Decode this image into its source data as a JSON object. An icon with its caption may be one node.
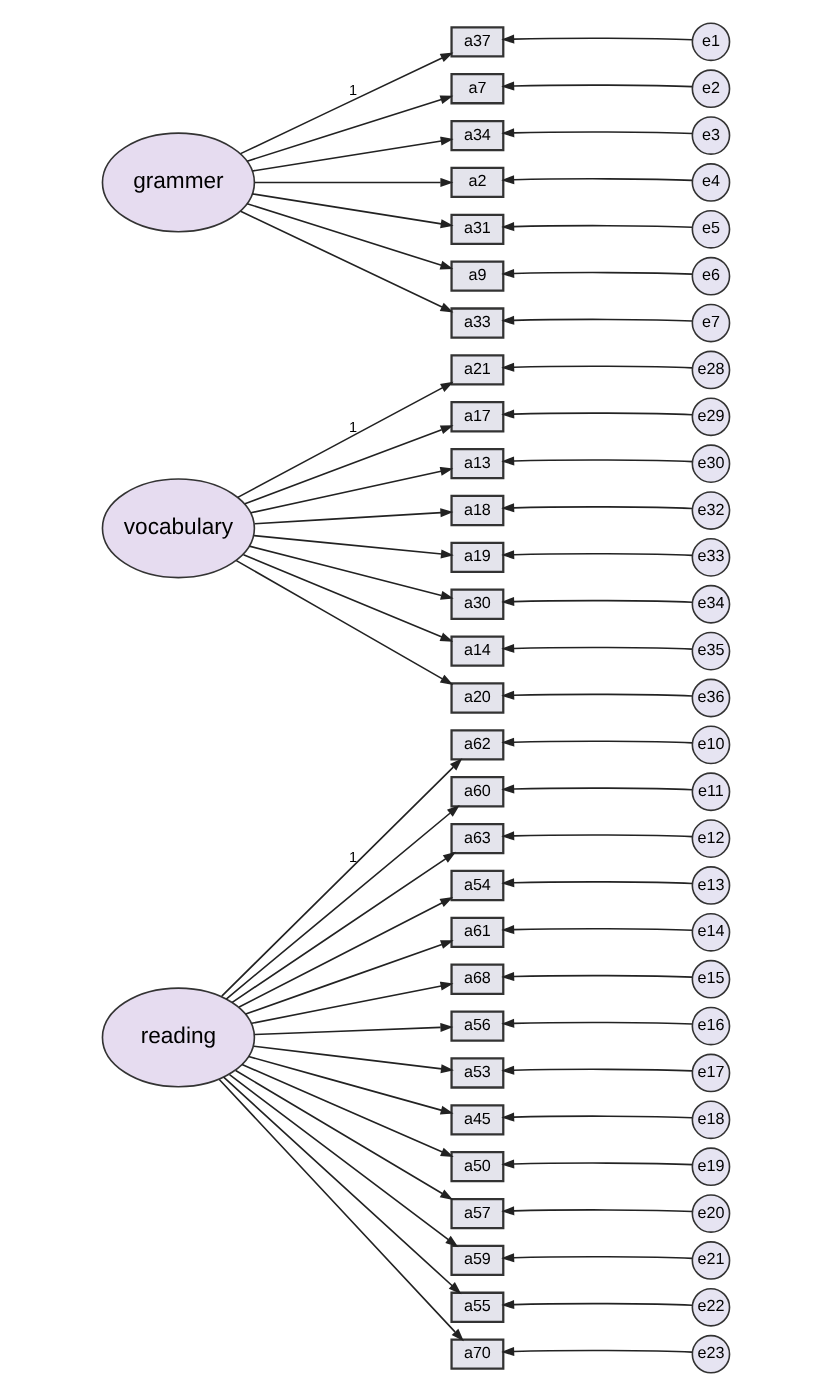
{
  "diagram": {
    "nodes": [
      {
        "text": [
          "reading"
        ]
      },
      {
        "text": [
          "a62"
        ]
      },
      {
        "text": [
          "a60"
        ]
      },
      {
        "text": [
          "a63"
        ]
      },
      {
        "text": [
          "a54"
        ]
      },
      {
        "text": [
          "a61"
        ]
      },
      {
        "text": [
          "a68"
        ]
      },
      {
        "text": [
          "a56"
        ]
      },
      {
        "text": [
          "a53"
        ]
      },
      {
        "text": [
          "a45"
        ]
      },
      {
        "text": [
          "a50"
        ]
      },
      {
        "text": [
          "a57"
        ]
      },
      {
        "text": [
          "a59"
        ]
      },
      {
        "text": [
          "a55"
        ]
      },
      {
        "text": [
          "a70"
        ]
      },
      {
        "text": [
          "e10"
        ]
      },
      {
        "text": [
          "e11"
        ]
      },
      {
        "text": [
          "e12"
        ]
      },
      {
        "text": [
          "e13"
        ]
      },
      {
        "text": [
          "e14"
        ]
      },
      {
        "text": [
          "e15"
        ]
      },
      {
        "text": [
          "e16"
        ]
      },
      {
        "text": [
          "e17"
        ]
      },
      {
        "text": [
          "e18"
        ]
      },
      {
        "text": [
          "e19"
        ]
      },
      {
        "text": [
          "e20"
        ]
      },
      {
        "text": [
          "e21"
        ]
      },
      {
        "text": [
          "e22"
        ]
      },
      {
        "text": [
          "e23"
        ]
      },
      {
        "text": [
          "vocabulary"
        ]
      },
      {
        "text": [
          "a21"
        ]
      },
      {
        "text": [
          "a17"
        ]
      },
      {
        "text": [
          "a13"
        ]
      },
      {
        "text": [
          "a18"
        ]
      },
      {
        "text": [
          "a19"
        ]
      },
      {
        "text": [
          "a30"
        ]
      },
      {
        "text": [
          "a14"
        ]
      },
      {
        "text": [
          "a20"
        ]
      },
      {
        "text": [
          "e28"
        ]
      },
      {
        "text": [
          "e29"
        ]
      },
      {
        "text": [
          "e30"
        ]
      },
      {
        "text": [
          "e32"
        ]
      },
      {
        "text": [
          "e33"
        ]
      },
      {
        "text": [
          "e34"
        ]
      },
      {
        "text": [
          "e35"
        ]
      },
      {
        "text": [
          "e36"
        ]
      },
      {
        "text": [
          "grammer"
        ]
      },
      {
        "text": [
          "a37"
        ]
      },
      {
        "text": [
          "a7"
        ]
      },
      {
        "text": [
          "a34"
        ]
      },
      {
        "text": [
          "a2"
        ]
      },
      {
        "text": [
          "a31"
        ]
      },
      {
        "text": [
          "a9"
        ]
      },
      {
        "text": [
          "a33"
        ]
      },
      {
        "text": [
          "e1"
        ]
      },
      {
        "text": [
          "e2"
        ]
      },
      {
        "text": [
          "e3"
        ]
      },
      {
        "text": [
          "e4"
        ]
      },
      {
        "text": [
          "e5"
        ]
      },
      {
        "text": [
          "e6"
        ]
      },
      {
        "text": [
          "e7"
        ]
      }
    ],
    "edges": [
      {
        "from": 0,
        "to": 1,
        "arrow": "to",
        "label": "1"
      },
      {
        "from": 0,
        "to": 2,
        "arrow": "to"
      },
      {
        "from": 0,
        "to": 3,
        "arrow": "to"
      },
      {
        "from": 0,
        "to": 4,
        "arrow": "to"
      },
      {
        "from": 0,
        "to": 5,
        "arrow": "to"
      },
      {
        "from": 0,
        "to": 6,
        "arrow": "to"
      },
      {
        "from": 0,
        "to": 7,
        "arrow": "to"
      },
      {
        "from": 0,
        "to": 8,
        "arrow": "to"
      },
      {
        "from": 0,
        "to": 9,
        "arrow": "to"
      },
      {
        "from": 0,
        "to": 10,
        "arrow": "to"
      },
      {
        "from": 0,
        "to": 11,
        "arrow": "to"
      },
      {
        "from": 0,
        "to": 12,
        "arrow": "to"
      },
      {
        "from": 0,
        "to": 13,
        "arrow": "to"
      },
      {
        "from": 0,
        "to": 14,
        "arrow": "to"
      },
      {
        "from": 15,
        "to": 1,
        "arrow": "to"
      },
      {
        "from": 16,
        "to": 2,
        "arrow": "to"
      },
      {
        "from": 17,
        "to": 3,
        "arrow": "to"
      },
      {
        "from": 18,
        "to": 4,
        "arrow": "to"
      },
      {
        "from": 19,
        "to": 5,
        "arrow": "to"
      },
      {
        "from": 20,
        "to": 6,
        "arrow": "to"
      },
      {
        "from": 21,
        "to": 7,
        "arrow": "to"
      },
      {
        "from": 22,
        "to": 8,
        "arrow": "to"
      },
      {
        "from": 23,
        "to": 9,
        "arrow": "to"
      },
      {
        "from": 24,
        "to": 10,
        "arrow": "to"
      },
      {
        "from": 25,
        "to": 11,
        "arrow": "to"
      },
      {
        "from": 26,
        "to": 12,
        "arrow": "to"
      },
      {
        "from": 27,
        "to": 13,
        "arrow": "to"
      },
      {
        "from": 28,
        "to": 14,
        "arrow": "to"
      },
      {
        "from": 29,
        "to": 30,
        "arrow": "to",
        "label": "1"
      },
      {
        "from": 29,
        "to": 31,
        "arrow": "to"
      },
      {
        "from": 29,
        "to": 32,
        "arrow": "to"
      },
      {
        "from": 29,
        "to": 33,
        "arrow": "to"
      },
      {
        "from": 29,
        "to": 34,
        "arrow": "to"
      },
      {
        "from": 29,
        "to": 35,
        "arrow": "to"
      },
      {
        "from": 29,
        "to": 36,
        "arrow": "to"
      },
      {
        "from": 29,
        "to": 37,
        "arrow": "to"
      },
      {
        "from": 38,
        "to": 30,
        "arrow": "to"
      },
      {
        "from": 39,
        "to": 31,
        "arrow": "to"
      },
      {
        "from": 40,
        "to": 32,
        "arrow": "to"
      },
      {
        "from": 41,
        "to": 33,
        "arrow": "to"
      },
      {
        "from": 42,
        "to": 34,
        "arrow": "to"
      },
      {
        "from": 43,
        "to": 35,
        "arrow": "to"
      },
      {
        "from": 44,
        "to": 36,
        "arrow": "to"
      },
      {
        "from": 45,
        "to": 37,
        "arrow": "to"
      },
      {
        "from": 46,
        "to": 47,
        "arrow": "to",
        "label": "1"
      },
      {
        "from": 46,
        "to": 48,
        "arrow": "to"
      },
      {
        "from": 46,
        "to": 49,
        "arrow": "to"
      },
      {
        "from": 46,
        "to": 50,
        "arrow": "to"
      },
      {
        "from": 46,
        "to": 51,
        "arrow": "to"
      },
      {
        "from": 46,
        "to": 52,
        "arrow": "to"
      },
      {
        "from": 46,
        "to": 53,
        "arrow": "to"
      },
      {
        "from": 54,
        "to": 47,
        "arrow": "to"
      },
      {
        "from": 55,
        "to": 48,
        "arrow": "to"
      },
      {
        "from": 56,
        "to": 49,
        "arrow": "to"
      },
      {
        "from": 57,
        "to": 50,
        "arrow": "to"
      },
      {
        "from": 58,
        "to": 51,
        "arrow": "to"
      },
      {
        "from": 59,
        "to": 52,
        "arrow": "to"
      },
      {
        "from": 60,
        "to": 53,
        "arrow": "to"
      }
    ]
  }
}
